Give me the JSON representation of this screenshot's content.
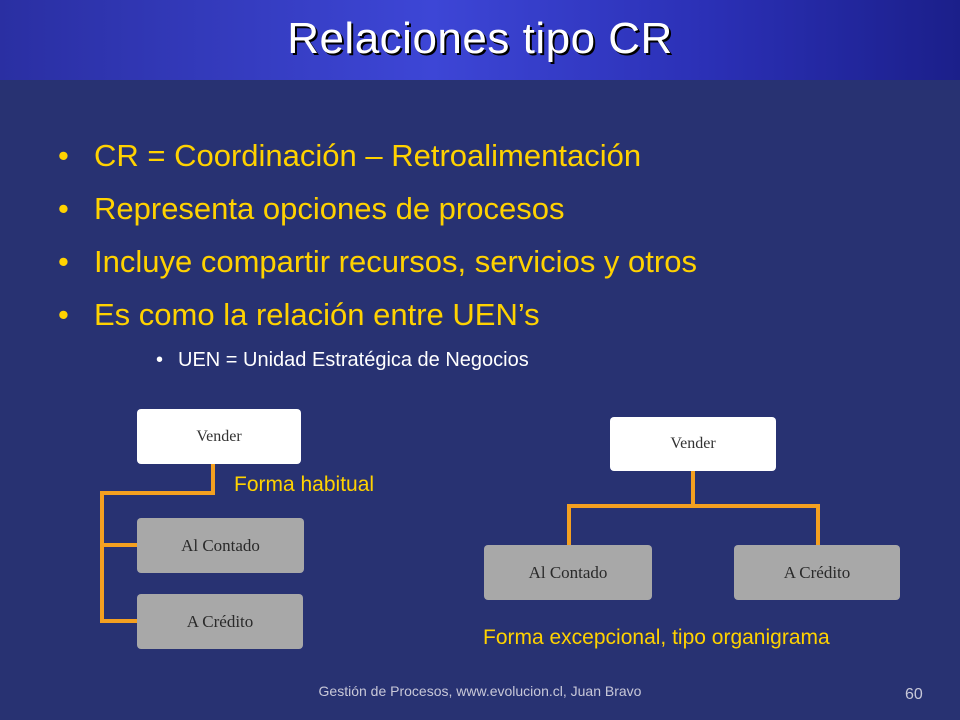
{
  "slide": {
    "title": "Relaciones tipo CR",
    "bullets": [
      "CR = Coordinación – Retroalimentación",
      "Representa opciones de procesos",
      "Incluye compartir recursos, servicios y otros",
      "Es como la relación entre UEN’s"
    ],
    "sub_bullet": "UEN = Unidad Estratégica de Negocios"
  },
  "diagram_left": {
    "root": "Vender",
    "children": [
      "Al Contado",
      "A Crédito"
    ],
    "caption": "Forma habitual"
  },
  "diagram_right": {
    "root": "Vender",
    "children": [
      "Al Contado",
      "A Crédito"
    ],
    "caption": "Forma excepcional, tipo organigrama"
  },
  "footer": {
    "text": "Gestión de Procesos, www.evolucion.cl, Juan Bravo",
    "page_number": "60"
  },
  "colors": {
    "background": "#283272",
    "title_band": "#3d46d6",
    "bullet_text": "#ffd200",
    "connector": "#f4a020",
    "root_box": "#ffffff",
    "child_box": "#a8a8a8"
  }
}
